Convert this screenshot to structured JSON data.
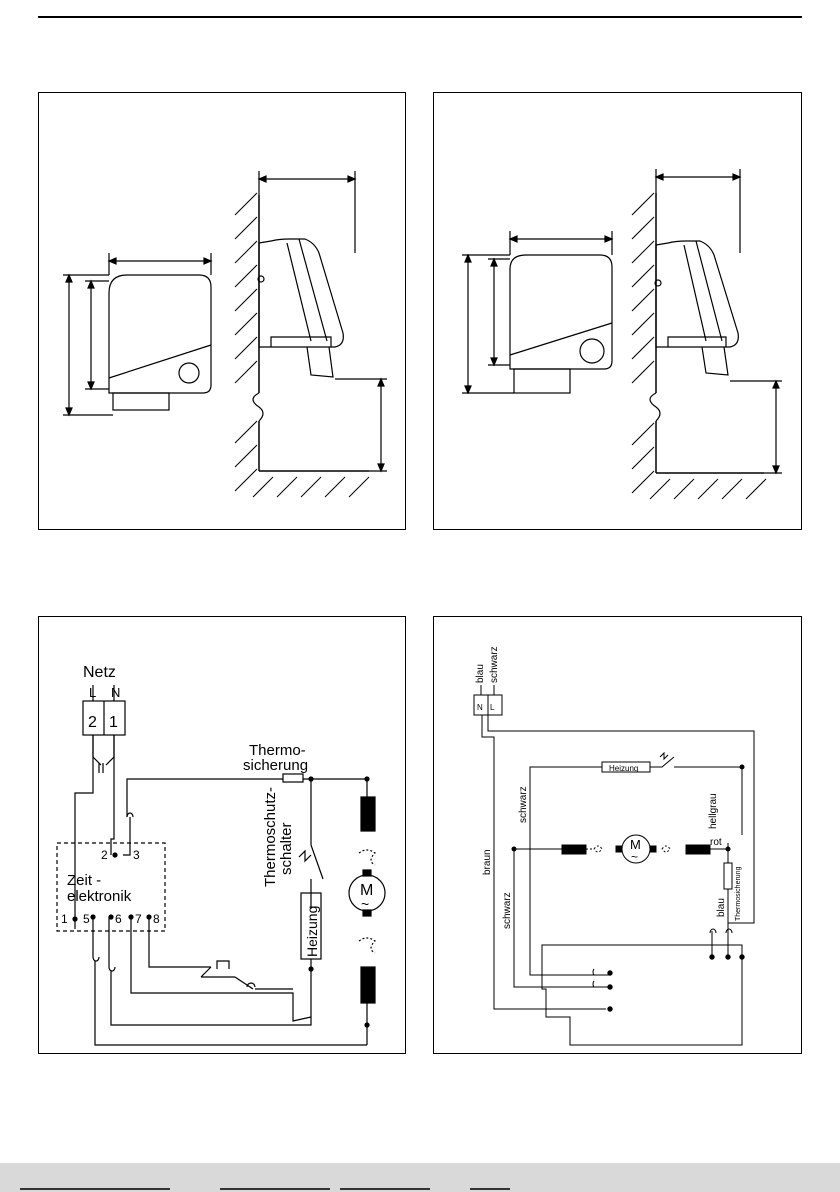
{
  "colors": {
    "line": "#000000",
    "background": "#ffffff",
    "footer": "#d9d9d9"
  },
  "diagram_tl": {},
  "diagram_tr": {},
  "diagram_bl": {
    "netz": "Netz",
    "phase_labels": {
      "l": "L",
      "n": "N"
    },
    "terminal_numbers": {
      "t2": "2",
      "t1": "1"
    },
    "thermosicherung_1": "Thermo-",
    "thermosicherung_2": "sicherung",
    "thermoschutz_1": "Thermoschutz-",
    "thermoschutz_2": "schalter",
    "heizung": "Heizung",
    "zeit_1": "Zeit -",
    "zeit_2": "elektronik",
    "pins": {
      "p2": "2",
      "p3": "3",
      "p1": "1",
      "p5": "5",
      "p6": "6",
      "p7": "7",
      "p8": "8"
    },
    "motor_m": "M",
    "motor_ac": "~"
  },
  "diagram_br": {
    "blau_top": "blau",
    "schwarz_top": "schwarz",
    "n_label": "N",
    "l_label": "L",
    "heizung": "Heizung",
    "schwarz_1": "schwarz",
    "hellgrau": "hellgrau",
    "braun": "braun",
    "rot": "rot",
    "motor_m": "M",
    "motor_ac": "~",
    "thermosicherung": "Thermosicherung",
    "schwarz_2": "schwarz",
    "blau_bottom": "blau"
  }
}
